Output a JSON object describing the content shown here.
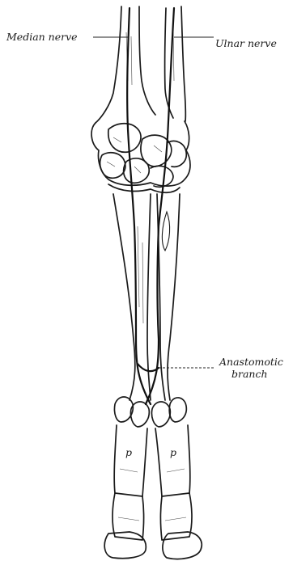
{
  "labels": {
    "median_nerve": "Median nerve",
    "ulnar_nerve": "Ulnar nerve",
    "anastomotic_line1": "Anastomotic",
    "anastomotic_line2": "branch",
    "phalanx_left": "p",
    "phalanx_right": "p"
  }
}
